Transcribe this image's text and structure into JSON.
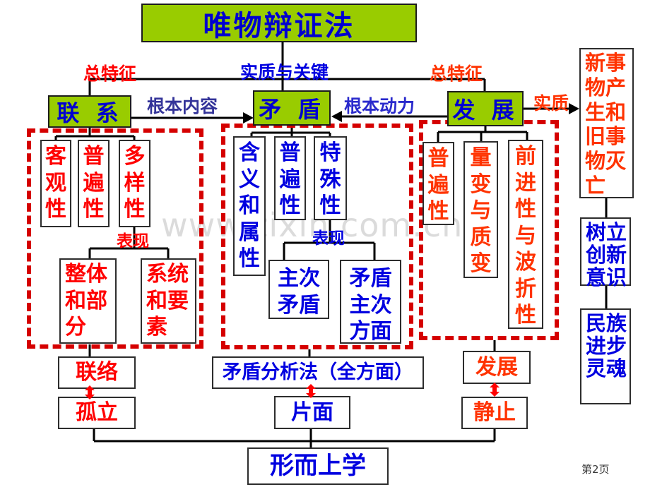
{
  "title": "唯物辩证法",
  "watermark": "www.zixin.com.cn",
  "page_number": "第2页",
  "main_nodes": {
    "lianxi": "联 系",
    "maodun": "矛 盾",
    "fazhan": "发 展"
  },
  "edge_labels": {
    "left_feature": "总特征",
    "essence_key": "实质与关键",
    "right_feature": "总特征",
    "basic_content": "根本内容",
    "basic_motive": "根本动力",
    "essence": "实质"
  },
  "lianxi_group": {
    "items": [
      "客观性",
      "普遍性",
      "多样性"
    ],
    "manifest_label": "表现",
    "sub_items": [
      "整体和部分",
      "系统和要素"
    ]
  },
  "maodun_group": {
    "items": [
      "含义和属性",
      "普遍性",
      "特殊性"
    ],
    "manifest_label": "表现",
    "sub_items": [
      "主次矛盾",
      "矛盾主次方面"
    ]
  },
  "fazhan_group": {
    "items": [
      "普遍性",
      "量变与质变",
      "前进性与波折性"
    ]
  },
  "right_column": {
    "boxes": [
      "新事物产生和旧事物灭亡",
      "树立创新意识",
      "民族进步灵魂"
    ]
  },
  "bottom": {
    "lianluo": "联络",
    "guli": "孤立",
    "analysis": "矛盾分析法（全方面）",
    "pianmian": "片面",
    "fazhan": "发展",
    "jingzhi": "静止",
    "metaphysics": "形而上学"
  },
  "colors": {
    "node_green": "#99CC00",
    "node_text_blue": "#0000D0",
    "red": "#FF0000",
    "orange_red": "#FF3300",
    "blue": "#0000E0",
    "navy": "#333399",
    "dashed_red": "#D50000"
  }
}
